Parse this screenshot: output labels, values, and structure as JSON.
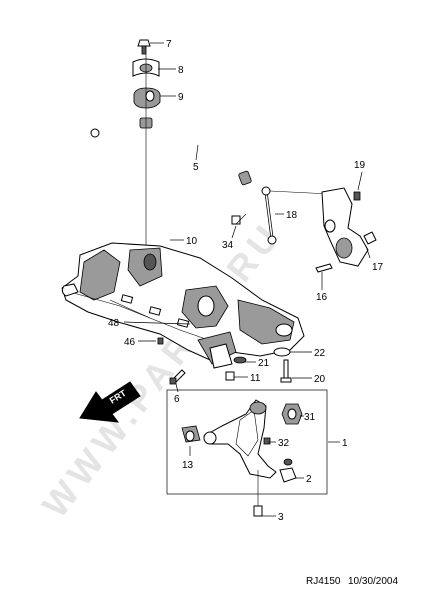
{
  "watermark": "WWW.PARTS.RU",
  "arrow_label": "FRT",
  "footer": {
    "code": "RJ4150",
    "date": "10/30/2004"
  },
  "callouts": {
    "c1": "1",
    "c2": "2",
    "c3": "3",
    "c5": "5",
    "c6": "6",
    "c7": "7",
    "c8": "8",
    "c9": "9",
    "c10": "10",
    "c11": "11",
    "c13": "13",
    "c16": "16",
    "c17": "17",
    "c18": "18",
    "c19": "19",
    "c20": "20",
    "c21": "21",
    "c22": "22",
    "c31": "31",
    "c32": "32",
    "c34": "34",
    "c46": "46",
    "c48": "48"
  }
}
